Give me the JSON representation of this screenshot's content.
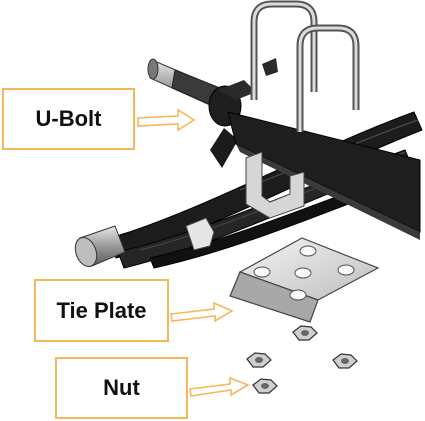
{
  "labels": {
    "ubolt": "U-Bolt",
    "tie_plate": "Tie Plate",
    "nut": "Nut"
  },
  "colors": {
    "callout_border": "#f5b75a",
    "spring": "#1c1c1c",
    "metal": "#c9c9c9",
    "metal_dark": "#8a8a8a"
  }
}
